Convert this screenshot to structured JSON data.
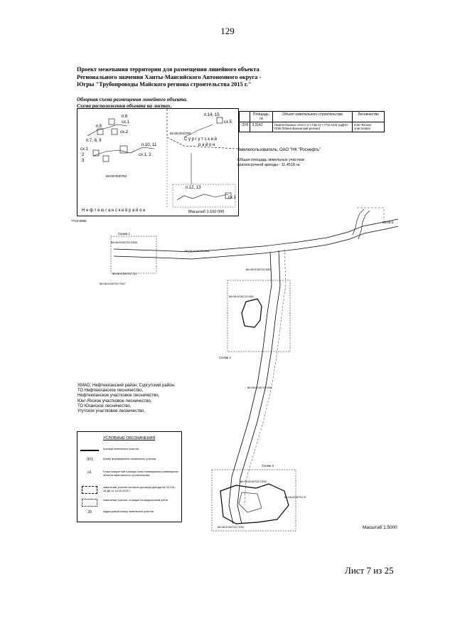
{
  "page_number": "129",
  "title": "Проект межевания территории для размещения линейного объекта Регионального значения Ханты-Мансийского Автономного округа - Югры \"Трубопроводы Майского региона строительства 2015 г.\"",
  "subtitle_lines": [
    "Обзорная схема размещения линейного объекта.",
    "Схема расположения объекта на листах."
  ],
  "overview": {
    "labels": {
      "p6": "п.6",
      "sh1a": "сх.1",
      "p5": "п.5",
      "sh2": "сх.2",
      "p789": "п.7, 8, 9",
      "p14": "п.14, 15",
      "sh5": "сх.5",
      "p1011": "п.10, 11",
      "sh12": "сх.1, 2",
      "sh1b": "сх.1",
      "n2": "2",
      "n3": "3",
      "p1213": "п.12, 13",
      "sh1c": "сх.1",
      "cad1": "86:05:0010780",
      "cad2": "86:08:0030762",
      "district1": "С у р г у т с к и й",
      "district1b": "р а й о н",
      "district2": "Н е ф т е ю г а н с к и й   р а й о н",
      "scale": "Масштаб 1:100 000"
    }
  },
  "info_table": {
    "headers": [
      "",
      "Площадь, га",
      "Объект капитального строительства",
      "Лесничество"
    ],
    "row": [
      ":ЗУ6",
      "3,3142",
      "Нефтесборные сети к.4-т.74(к.1)-т.77(к.А23)-узДНС-ПОБ (Южно-Балыкский регион)",
      "Юнг-Яхское участковое"
    ]
  },
  "land_user": "Землепользователь: ОАО \"НК \"Роснефть\"",
  "area_note": "Общая площадь земельных участков краткосрочной аренды - 11,4518 га.",
  "map_labels": {
    "topleft": "7702:6886",
    "topright": "86:08:0",
    "scheme1": "Схема 1",
    "scheme2": "Схема 2",
    "scheme3": "Схема 3",
    "c1": "86:08:0030702:548",
    "c2": "86:08:0030702:930",
    "c3": "86:08:0030702:731",
    "c4": "86:08:0030702:7547",
    "c5": "86:08:0030702:936",
    "c6": "86:08:0030702:7338",
    "c7": "86:08:0030702:9",
    "c8": "86:08:0030702:935",
    "c9": "86:08:0030702:7335",
    "c10": "86:08:0030702:2388",
    "scale": "Масштаб 1:5000"
  },
  "side_text": [
    "ХМАО, Нефтеюганский район, Сургутский район:",
    "ТО Нефтеюганское лесничество,",
    "Нефтеюганское участковое лесничество,",
    "Юнг-Яхское участковое лесничество,",
    "ТО Юганское лесничество,",
    "Угутское участковое лесничество."
  ],
  "legend": {
    "title": "УСЛОВНЫЕ ОБОЗНАЧЕНИЯ",
    "items": [
      {
        "sym": "",
        "text": "граница земельного участка"
      },
      {
        "sym": ":ЗУ1",
        "text": "номер формируемого земельного участка"
      },
      {
        "sym": "н1",
        "text": "точка поворотной границы зоны планируемого размещения объекта капитального строительства"
      },
      {
        "sym": "",
        "text": "земельные участки согласно договора аренды № 02-215-16-ДА от 14.09.2015 г."
      },
      {
        "sym": "",
        "text": "земельные участки, стоящие на кадастровом учёте"
      },
      {
        "sym": "29",
        "text": "кадастровый номер земельного участка"
      }
    ]
  },
  "sheet_label": "Лист 7 из 25",
  "colors": {
    "ink": "#000000",
    "route": "#000000",
    "hatch": "#444444"
  }
}
